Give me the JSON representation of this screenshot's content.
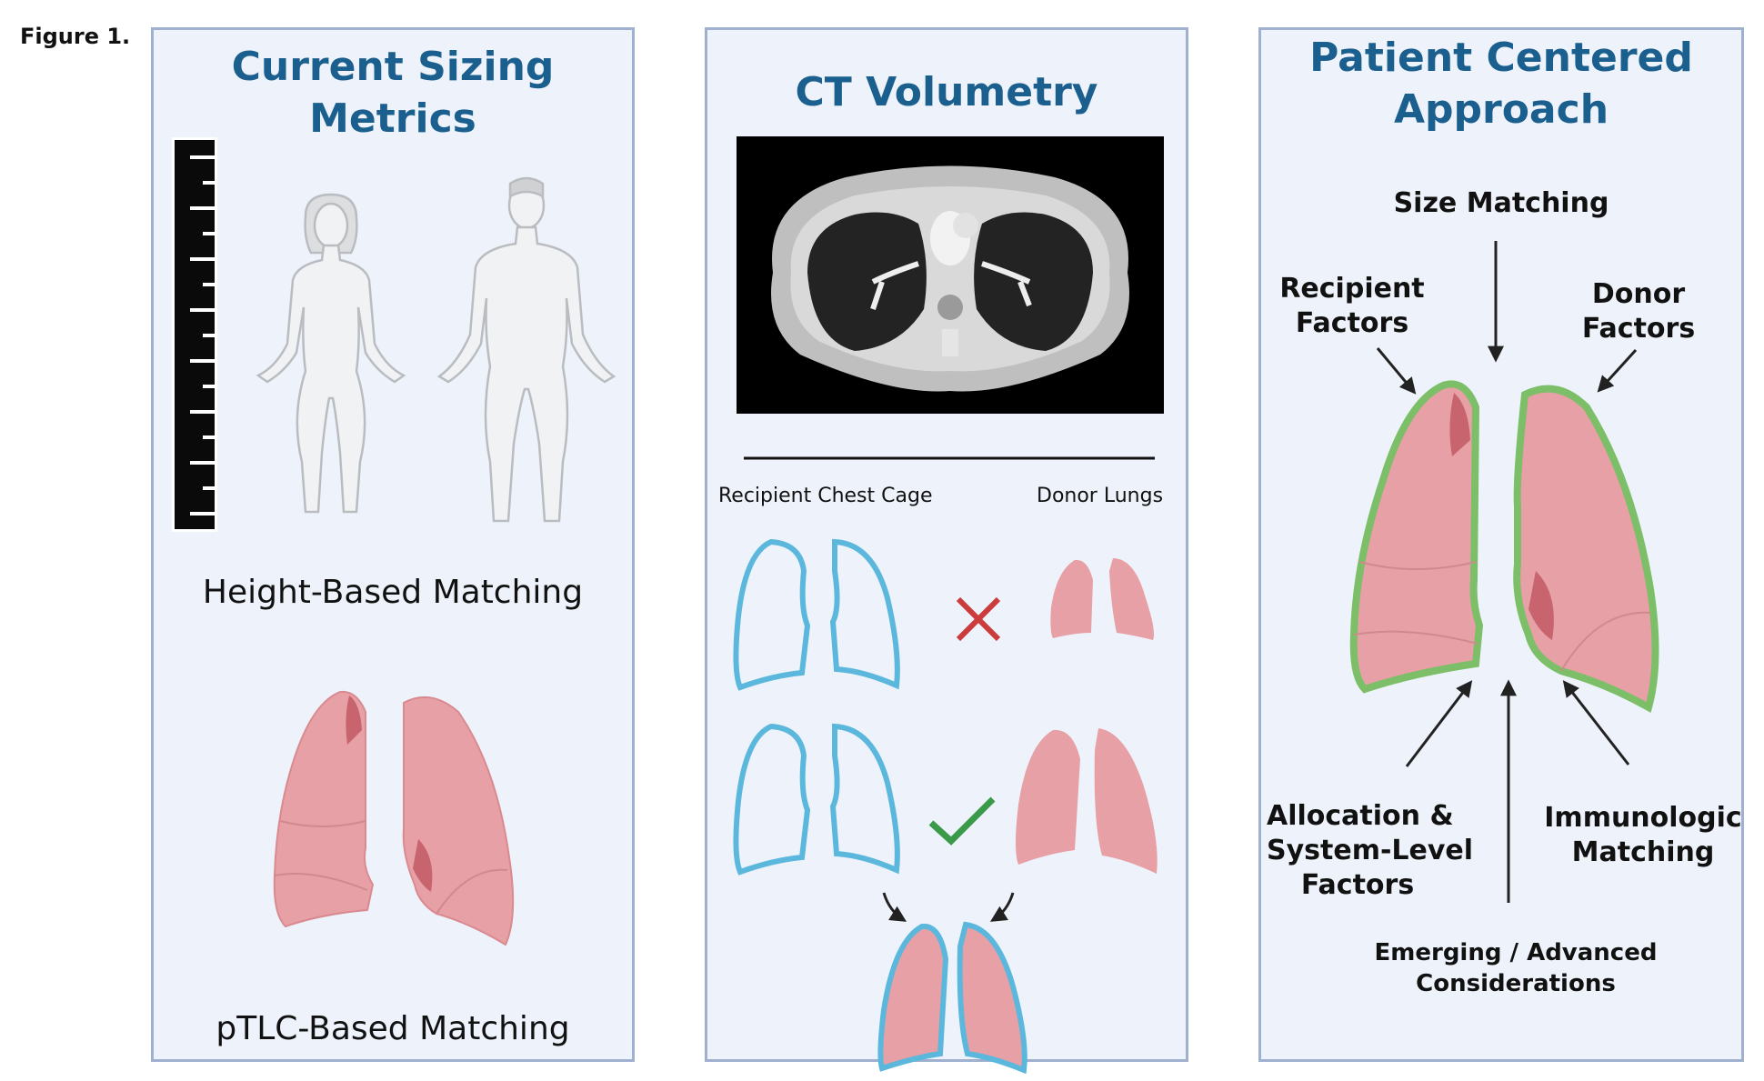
{
  "figure_label": "Figure 1.",
  "panel1": {
    "title_line1": "Current Sizing",
    "title_line2": "Metrics",
    "label_height": "Height-Based Matching",
    "label_ptlc": "pTLC-Based Matching"
  },
  "panel2": {
    "title": "CT Volumetry",
    "label_recipient": "Recipient Chest Cage",
    "label_donor": "Donor Lungs"
  },
  "panel3": {
    "title_line1": "Patient Centered",
    "title_line2": "Approach",
    "size_matching": "Size Matching",
    "recipient_1": "Recipient",
    "recipient_2": "Factors",
    "donor_1": "Donor",
    "donor_2": "Factors",
    "alloc_1": "Allocation &",
    "alloc_2": "System-Level",
    "alloc_3": "Factors",
    "immuno_1": "Immunologic",
    "immuno_2": "Matching",
    "emerging_1": "Emerging / Advanced",
    "emerging_2": "Considerations"
  },
  "colors": {
    "title_blue": "#1b5f8e",
    "panel_bg": "#eef3fb",
    "panel_border": "#9fb1cf",
    "lung_pink": "#e7a0a5",
    "lung_dark": "#c8646e",
    "outline_cyan": "#5bb8dc",
    "outline_green": "#7cbf68",
    "cross_red": "#cc3c3c",
    "check_green": "#3a9a4a"
  }
}
